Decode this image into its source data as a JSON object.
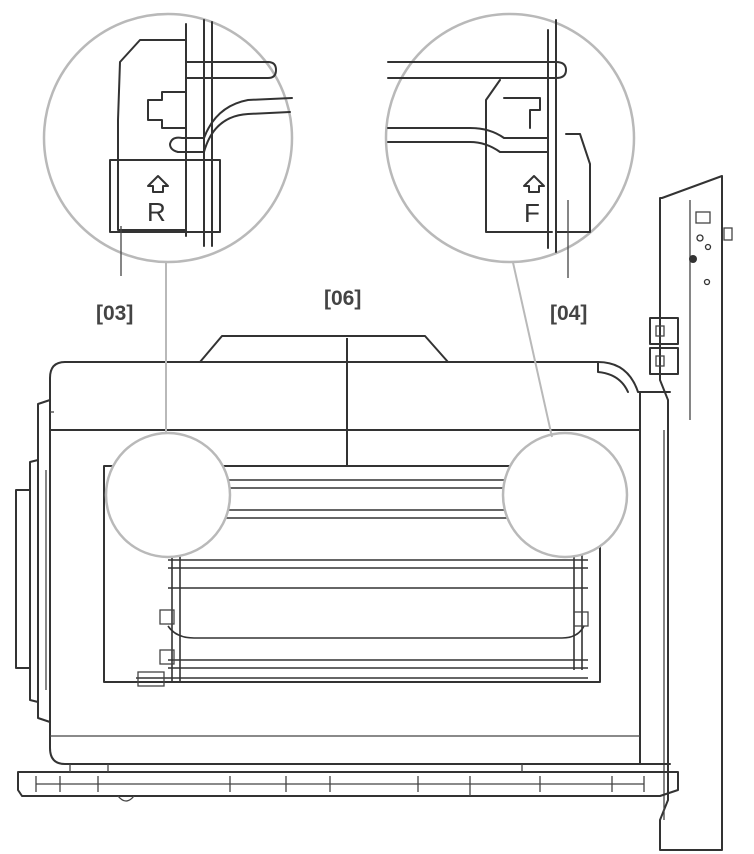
{
  "callouts": {
    "rear_bracket": "[03]",
    "rack": "[06]",
    "front_bracket": "[04]"
  },
  "bracket_marks": {
    "rear": "R",
    "front": "F"
  },
  "colors": {
    "line": "#333333",
    "magnifier": "#b9b9b9",
    "label": "#444444"
  }
}
